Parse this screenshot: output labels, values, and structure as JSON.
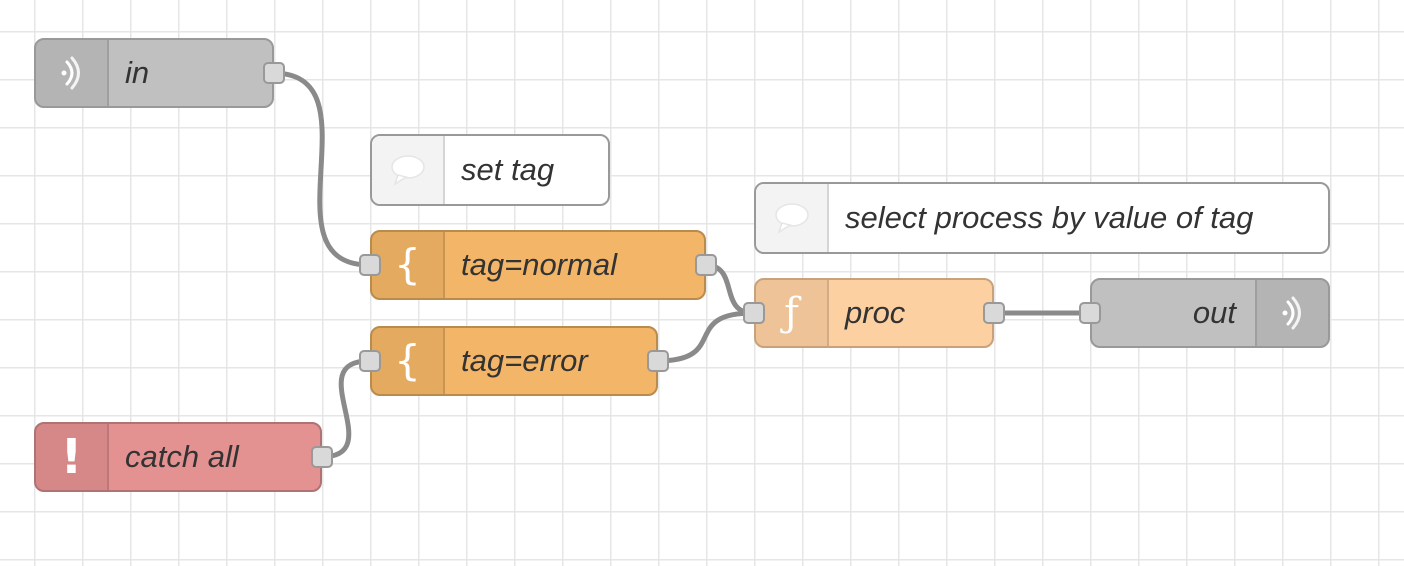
{
  "colors": {
    "inject_node": "#c0c0c0",
    "change_node": "#f3b567",
    "function_node": "#fdd0a2",
    "catch_node": "#e49191",
    "comment_node": "#ffffff",
    "wire": "#8a8a8a",
    "port": "#d9d9d9",
    "grid": "#e6e6e6"
  },
  "nodes": {
    "in": {
      "label": "in",
      "icon": "radio-waves-icon"
    },
    "set_tag_comment": {
      "label": "set tag",
      "icon": "speech-bubble-icon"
    },
    "select_comment": {
      "label": "select process by value of tag",
      "icon": "speech-bubble-icon"
    },
    "tag_normal": {
      "label": "tag=normal",
      "icon": "curly-brace-icon"
    },
    "proc": {
      "label": "proc",
      "icon": "function-icon"
    },
    "out": {
      "label": "out",
      "icon": "radio-waves-icon"
    },
    "tag_error": {
      "label": "tag=error",
      "icon": "curly-brace-icon"
    },
    "catch_all": {
      "label": "catch all",
      "icon": "exclamation-icon"
    }
  },
  "wires": [
    {
      "from": "in",
      "to": "tag_normal"
    },
    {
      "from": "catch_all",
      "to": "tag_error"
    },
    {
      "from": "tag_normal",
      "to": "proc"
    },
    {
      "from": "tag_error",
      "to": "proc"
    },
    {
      "from": "proc",
      "to": "out"
    }
  ]
}
